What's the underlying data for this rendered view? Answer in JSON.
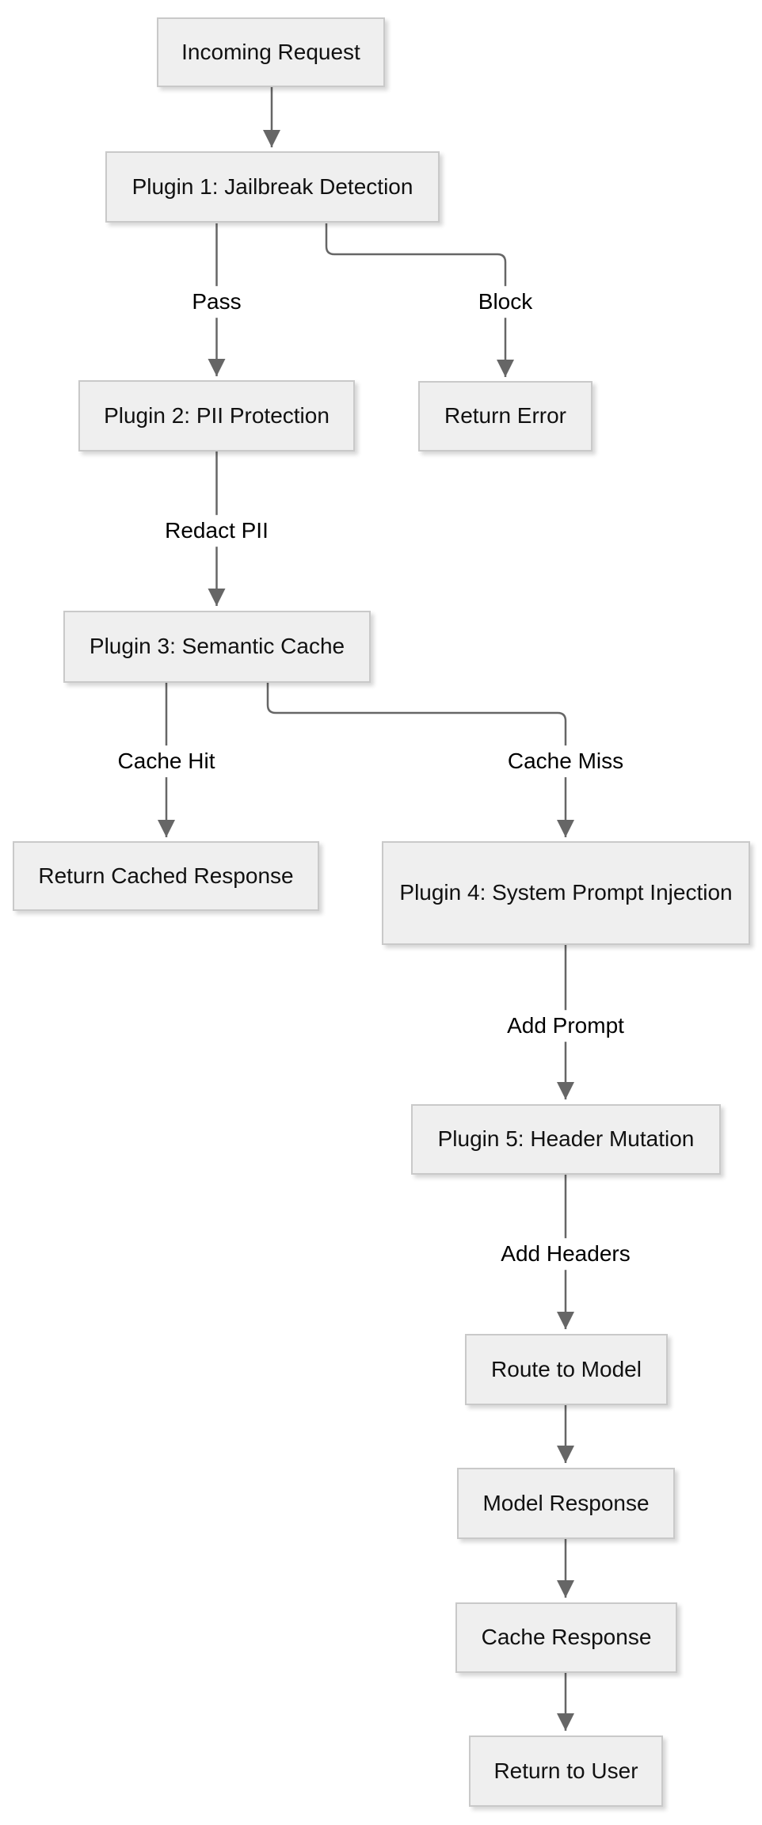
{
  "diagram": {
    "type": "flowchart",
    "direction": "top-down",
    "background": "#ffffff"
  },
  "colors": {
    "canvas_bg": "#ffffff",
    "node_fill": "#efefef",
    "node_border": "#c9c9c9",
    "node_text": "#111111",
    "edge": "#666666",
    "edge_label_text": "#000000",
    "label_bg": "#ffffff"
  },
  "nodes": {
    "incoming_request": {
      "label": "Incoming Request"
    },
    "plugin1": {
      "label": "Plugin 1: Jailbreak Detection"
    },
    "plugin2": {
      "label": "Plugin 2: PII Protection"
    },
    "return_error": {
      "label": "Return Error"
    },
    "plugin3": {
      "label": "Plugin 3: Semantic Cache"
    },
    "return_cached": {
      "label": "Return Cached Response"
    },
    "plugin4": {
      "label": "Plugin 4: System Prompt Injection"
    },
    "plugin5": {
      "label": "Plugin 5: Header Mutation"
    },
    "route_model": {
      "label": "Route to Model"
    },
    "model_response": {
      "label": "Model Response"
    },
    "cache_response": {
      "label": "Cache Response"
    },
    "return_user": {
      "label": "Return to User"
    }
  },
  "edge_labels": {
    "pass": "Pass",
    "block": "Block",
    "redact_pii": "Redact PII",
    "cache_hit": "Cache Hit",
    "cache_miss": "Cache Miss",
    "add_prompt": "Add Prompt",
    "add_headers": "Add Headers"
  }
}
